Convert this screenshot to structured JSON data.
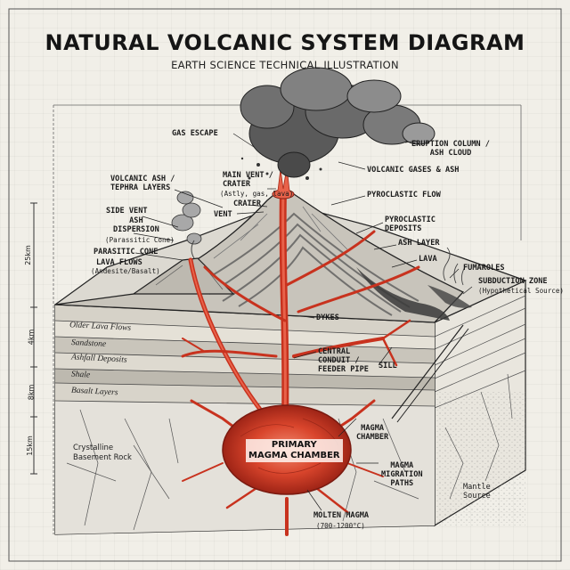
{
  "title": "NATURAL VOLCANIC SYSTEM DIAGRAM",
  "subtitle": "EARTH SCIENCE TECHNICAL ILLUSTRATION",
  "labels": {
    "gas_escape": "GAS ESCAPE",
    "eruption_column": "ERUPTION COLUMN /\nASH CLOUD",
    "volcanic_gases": "VOLCANIC GASES & ASH",
    "volcanic_ash": "VOLCANIC ASH /\nTEPHRA LAYERS",
    "main_vent": "MAIN VENT /\nCRATER",
    "main_vent_note": "(Astly, gas, lava)",
    "crater": "CRATER",
    "vent": "VENT",
    "pyroclastic_flow": "PYROCLASTIC FLOW",
    "pyroclastic_deposits": "PYROCLASTIC\nDEPOSITS",
    "ash_layer": "ASH LAYER",
    "lava": "LAVA",
    "side_vent": "SIDE VENT",
    "ash_dispersion": "ASH\nDISPERSION",
    "side_vent_note": "(Parassitic Cone)",
    "parasitic_cone": "PARASITIC CONE",
    "lava_flows": "LAVA FLOWS",
    "lava_flows_note": "(Andesite/Basalt)",
    "fumaroles": "FUMAROLES",
    "subduction_zone": "SUBDUCTION ZONE",
    "subduction_note": "(Hypothetical Source)",
    "dykes": "DYKES",
    "central_conduit": "CENTRAL\nCONDUIT /\nFEEDER PIPE",
    "sill": "SILL",
    "magma_chamber": "MAGMA\nCHAMBER",
    "primary_chamber": "PRIMARY\nMAGMA CHAMBER",
    "magma_paths": "MAGMA\nMIGRATION\nPATHS",
    "molten_magma": "MOLTEN MAGMA",
    "molten_temp": "(700-1200°C)",
    "mantle_source": "Mantle\nSource"
  },
  "strata": {
    "older_lava": "Older Lava Flows",
    "sandstone": "Sandstone",
    "ashfall": "Ashfall Deposits",
    "shale": "Shale",
    "basalt": "Basalt Layers",
    "crystalline": "Crystalline\nBasement Rock"
  },
  "scale": [
    "25km",
    "4km",
    "8km",
    "15km"
  ],
  "colors": {
    "magma": "#c8321e",
    "magma_light": "#e8624a",
    "ink": "#1a1a1a",
    "paper": "#f1efe8"
  }
}
